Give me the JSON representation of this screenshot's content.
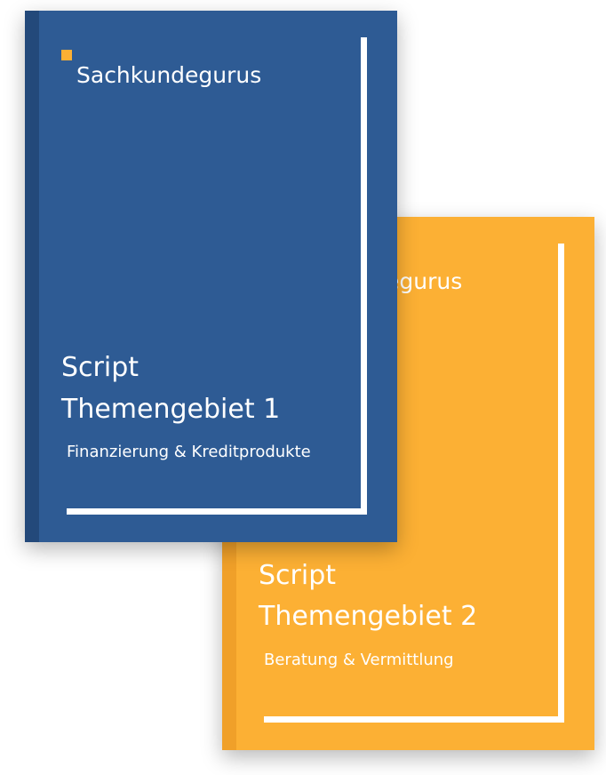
{
  "books": [
    {
      "brand": "Sachkundegurus",
      "title_line1": "Script",
      "title_line2": "Themengebiet 1",
      "subtitle": "Finanzierung & Kreditprodukte",
      "color": "#2e5b94",
      "accent": "#fcb034"
    },
    {
      "brand": "Sachkundegurus",
      "title_line1": "Script",
      "title_line2": "Themengebiet 2",
      "subtitle": "Beratung & Vermittlung",
      "color": "#fcb034"
    }
  ]
}
